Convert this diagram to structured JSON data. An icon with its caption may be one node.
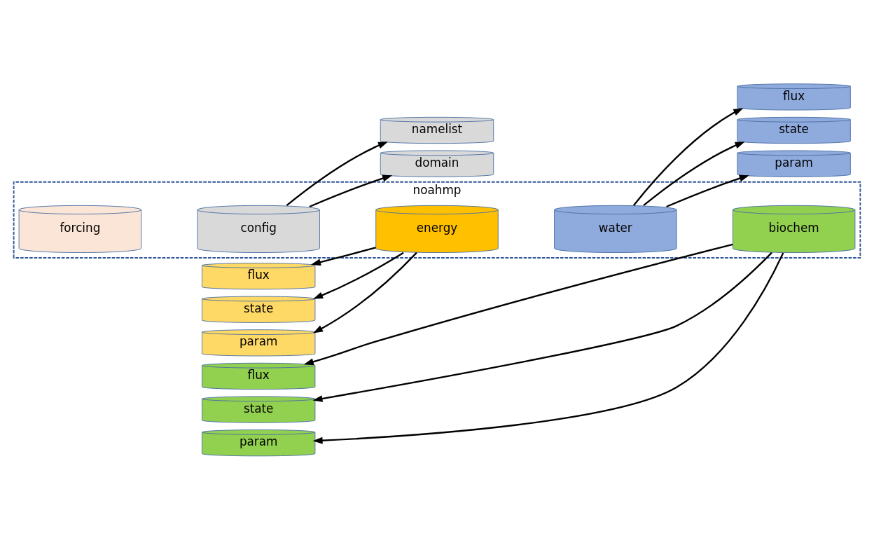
{
  "diagram": {
    "nodes": [
      {
        "text": [
          "noahmp"
        ]
      },
      {
        "text": [
          "forcing"
        ],
        "in": 0
      },
      {
        "text": [
          "config"
        ],
        "in": 0
      },
      {
        "text": [
          "energy"
        ],
        "in": 0
      },
      {
        "text": [
          "water"
        ],
        "in": 0
      },
      {
        "text": [
          "biochem"
        ],
        "in": 0
      },
      {
        "text": [
          "namelist"
        ]
      },
      {
        "text": [
          "domain"
        ]
      },
      {
        "text": [
          "flux"
        ]
      },
      {
        "text": [
          "state"
        ]
      },
      {
        "text": [
          "param"
        ]
      },
      {
        "text": [
          "flux"
        ]
      },
      {
        "text": [
          "state"
        ]
      },
      {
        "text": [
          "param"
        ]
      },
      {
        "text": [
          "flux"
        ]
      },
      {
        "text": [
          "state"
        ]
      },
      {
        "text": [
          "param"
        ]
      }
    ],
    "edges": [
      {
        "from": 2,
        "to": 6,
        "arrow": "to"
      },
      {
        "from": 2,
        "to": 7,
        "arrow": "to"
      },
      {
        "from": 3,
        "to": 8,
        "arrow": "to"
      },
      {
        "from": 3,
        "to": 9,
        "arrow": "to"
      },
      {
        "from": 3,
        "to": 10,
        "arrow": "to"
      },
      {
        "from": 4,
        "to": 11,
        "arrow": "to"
      },
      {
        "from": 4,
        "to": 12,
        "arrow": "to"
      },
      {
        "from": 4,
        "to": 13,
        "arrow": "to"
      },
      {
        "from": 5,
        "to": 14,
        "arrow": "to"
      },
      {
        "from": 5,
        "to": 15,
        "arrow": "to"
      },
      {
        "from": 5,
        "to": 16,
        "arrow": "to"
      }
    ]
  }
}
